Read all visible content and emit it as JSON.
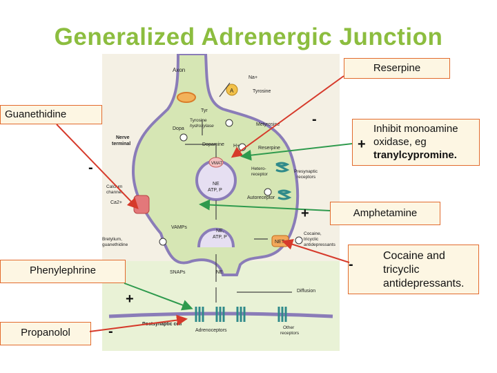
{
  "title": "Generalized Adrenergic Junction",
  "drugs": {
    "reserpine": "Reserpine",
    "guanethidine": "Guanethidine",
    "amphetamine": "Amphetamine",
    "phenylephrine": "Phenylephrine",
    "propanolol": "Propanolol"
  },
  "maoi": {
    "line1": "Inhibit monoamine",
    "line2": "oxidase, eg",
    "line3": "tranylcypromine."
  },
  "cocaine": {
    "line1": "Cocaine and",
    "line2": "tricyclic",
    "line3": "antidepressants."
  },
  "signs": {
    "reserpine": "-",
    "maoi": "+",
    "guanethidine": "-",
    "amphetamine": "+",
    "cocaine": "-",
    "phenylephrine": "+",
    "propanolol": "-"
  },
  "figure": {
    "axon": "Axon",
    "na": "Na+",
    "tyrosine": "Tyrosine",
    "tyr": "Tyr",
    "hydroxylase_1": "Tyrosine",
    "hydroxylase_2": "hydroxylase",
    "metyrosine": "Metyrosine",
    "dopa": "Dopa",
    "nerve_terminal_1": "Nerve",
    "nerve_terminal_2": "terminal",
    "dopamine": "Dopamine",
    "h_plus": "H+",
    "reserpine": "Reserpine",
    "vmat": "VMAT",
    "ne": "NE",
    "ne_atp_p": "ATP, P",
    "heteroreceptor_1": "Hetero-",
    "heteroreceptor_2": "receptor",
    "presynaptic_1": "Presynaptic",
    "presynaptic_2": "receptors",
    "calcium_1": "Calcium",
    "calcium_2": "channel",
    "ca": "Ca2+",
    "autoreceptor": "Autoreceptor",
    "vamps": "VAMPs",
    "released_ne": "NE,",
    "released_atp": "ATP, P",
    "net": "NET",
    "bretylium_1": "Bretylium,",
    "bretylium_2": "guanethidine",
    "cocaine_1": "Cocaine,",
    "cocaine_2": "tricyclic",
    "cocaine_3": "antidepressants",
    "snaps": "SNAPs",
    "ne_cleft": "NE",
    "diffusion": "Diffusion",
    "postsynaptic": "Postsynaptic cell",
    "adrenoceptors": "Adrenoceptors",
    "other_1": "Other",
    "other_2": "receptors",
    "a": "A"
  },
  "colors": {
    "title": "#8cbd3f",
    "box_border": "#e26a2c",
    "box_fill": "#fdf6e3",
    "arrow_red": "#d63a2b",
    "arrow_green": "#2e9a4d",
    "terminal": "#d6e6b4",
    "vesicle": "#a898c8"
  }
}
